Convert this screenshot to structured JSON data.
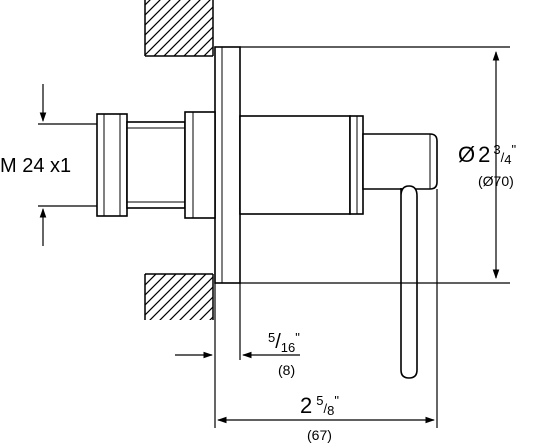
{
  "thread_label": "M 24 x1",
  "diameter": {
    "symbol": "Ø",
    "whole": "2",
    "numerator": "3",
    "denominator": "4",
    "inch_mark": "\"",
    "metric": "(Ø70)"
  },
  "flange_thickness": {
    "numerator": "5",
    "denominator": "16",
    "inch_mark": "\"",
    "metric": "(8)"
  },
  "overall_depth": {
    "whole": "2",
    "numerator": "5",
    "denominator": "8",
    "inch_mark": "\"",
    "metric": "(67)"
  },
  "colors": {
    "line": "#000000",
    "background": "#ffffff"
  }
}
